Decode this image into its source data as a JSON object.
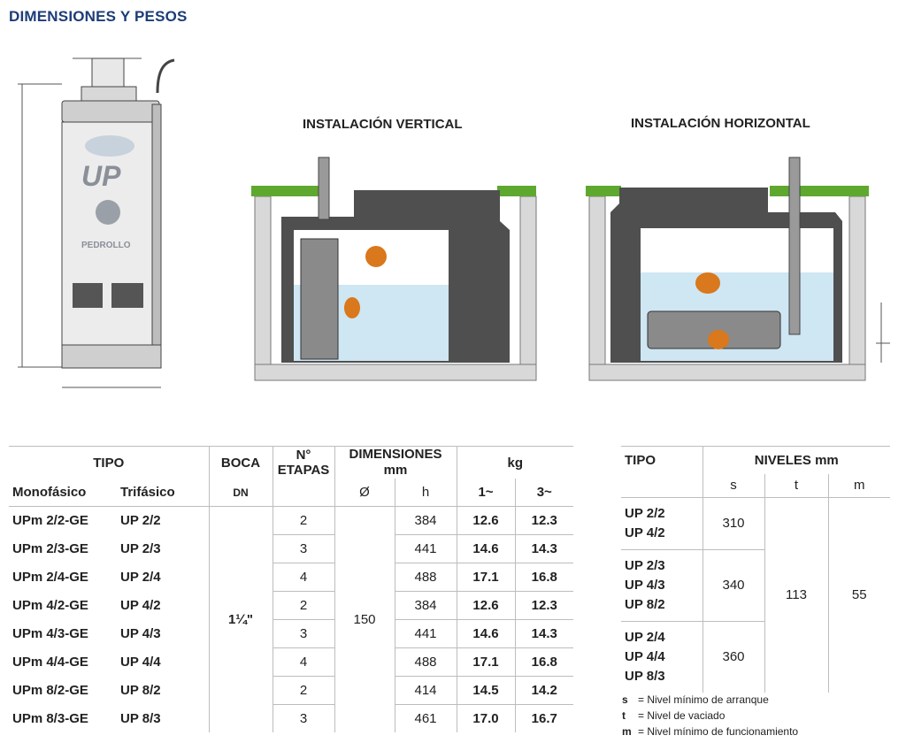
{
  "title": "DIMENSIONES Y PESOS",
  "installs": {
    "vertical": "INSTALACIÓN VERTICAL",
    "horizontal": "INSTALACIÓN HORIZONTAL"
  },
  "pump_brand": "UP",
  "pump_maker": "PEDROLLO",
  "table1": {
    "headers": {
      "tipo": "TIPO",
      "boca": "BOCA",
      "etapas_1": "N°",
      "etapas_2": "ETAPAS",
      "dims_1": "DIMENSIONES",
      "dims_2": "mm",
      "kg": "kg",
      "mono": "Monofásico",
      "tri": "Trifásico",
      "dn": "DN",
      "diam": "Ø",
      "h": "h",
      "kg1": "1~",
      "kg3": "3~"
    },
    "boca_value": "1¼\"",
    "diam_value": "150",
    "rows": [
      {
        "mono": "UPm 2/2-GE",
        "tri": "UP 2/2",
        "etapas": "2",
        "h": "384",
        "kg1": "12.6",
        "kg3": "12.3"
      },
      {
        "mono": "UPm 2/3-GE",
        "tri": "UP 2/3",
        "etapas": "3",
        "h": "441",
        "kg1": "14.6",
        "kg3": "14.3"
      },
      {
        "mono": "UPm 2/4-GE",
        "tri": "UP 2/4",
        "etapas": "4",
        "h": "488",
        "kg1": "17.1",
        "kg3": "16.8"
      },
      {
        "mono": "UPm 4/2-GE",
        "tri": "UP 4/2",
        "etapas": "2",
        "h": "384",
        "kg1": "12.6",
        "kg3": "12.3"
      },
      {
        "mono": "UPm 4/3-GE",
        "tri": "UP 4/3",
        "etapas": "3",
        "h": "441",
        "kg1": "14.6",
        "kg3": "14.3"
      },
      {
        "mono": "UPm 4/4-GE",
        "tri": "UP 4/4",
        "etapas": "4",
        "h": "488",
        "kg1": "17.1",
        "kg3": "16.8"
      },
      {
        "mono": "UPm 8/2-GE",
        "tri": "UP 8/2",
        "etapas": "2",
        "h": "414",
        "kg1": "14.5",
        "kg3": "14.2"
      },
      {
        "mono": "UPm 8/3-GE",
        "tri": "UP 8/3",
        "etapas": "3",
        "h": "461",
        "kg1": "17.0",
        "kg3": "16.7"
      }
    ]
  },
  "table2": {
    "headers": {
      "tipo": "TIPO",
      "niveles": "NIVELES mm",
      "s": "s",
      "t": "t",
      "m": "m"
    },
    "groups": [
      {
        "tipos": [
          "UP 2/2",
          "UP 4/2"
        ],
        "s": "310"
      },
      {
        "tipos": [
          "UP 2/3",
          "UP 4/3",
          "UP 8/2"
        ],
        "s": "340"
      },
      {
        "tipos": [
          "UP 2/4",
          "UP 4/4",
          "UP 8/3"
        ],
        "s": "360"
      }
    ],
    "t_value": "113",
    "m_value": "55"
  },
  "legend": [
    {
      "key": "s",
      "text": "= Nivel mínimo de arranque"
    },
    {
      "key": "t",
      "text": "= Nivel de vaciado"
    },
    {
      "key": "m",
      "text": "= Nivel mínimo de funcionamiento"
    }
  ],
  "colors": {
    "title": "#1d3c78",
    "water": "#cfe6f3",
    "grass": "#5fa82f",
    "tank": "#4f4f4f"
  }
}
